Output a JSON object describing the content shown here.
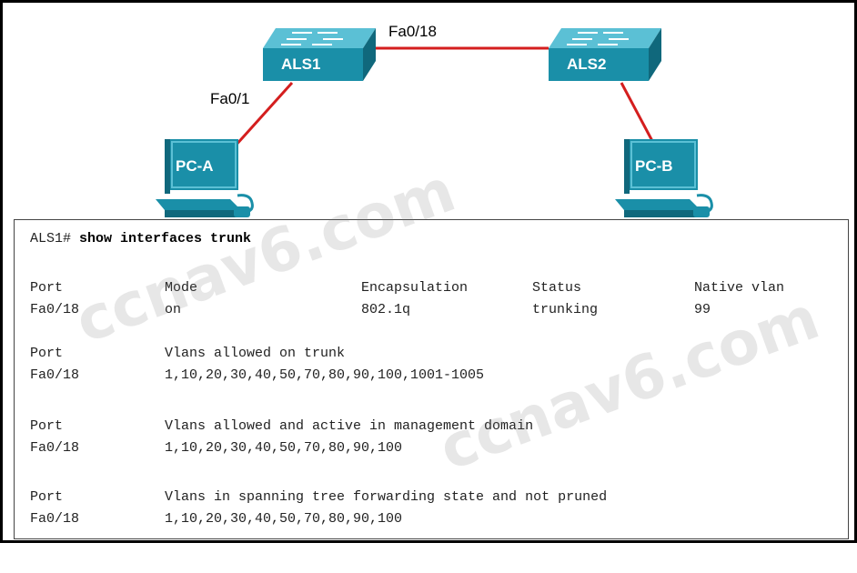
{
  "topology": {
    "devices": {
      "als1": "ALS1",
      "als2": "ALS2",
      "pca": "PC-A",
      "pcb": "PC-B"
    },
    "links": {
      "als1_pca_port": "Fa0/1",
      "als1_als2_port": "Fa0/18"
    },
    "link_color": "#d41e1e",
    "switch_color": "#1a8fa8",
    "pc_color": "#1a8fa8"
  },
  "cli": {
    "prompt": "ALS1#",
    "command": "show interfaces trunk",
    "header1": {
      "port": "Port",
      "mode": "Mode",
      "encapsulation": "Encapsulation",
      "status": "Status",
      "native": "Native vlan"
    },
    "row1": {
      "port": "Fa0/18",
      "mode": "on",
      "encapsulation": "802.1q",
      "status": "trunking",
      "native": "99"
    },
    "header2": {
      "port": "Port",
      "desc": "Vlans allowed on trunk"
    },
    "row2": {
      "port": "Fa0/18",
      "value": "1,10,20,30,40,50,70,80,90,100,1001-1005"
    },
    "header3": {
      "port": "Port",
      "desc": "Vlans allowed and active in management domain"
    },
    "row3": {
      "port": "Fa0/18",
      "value": "1,10,20,30,40,50,70,80,90,100"
    },
    "header4": {
      "port": "Port",
      "desc": "Vlans in spanning tree forwarding state and not pruned"
    },
    "row4": {
      "port": "Fa0/18",
      "value": "1,10,20,30,40,50,70,80,90,100"
    }
  },
  "watermark": "ccnav6.com"
}
